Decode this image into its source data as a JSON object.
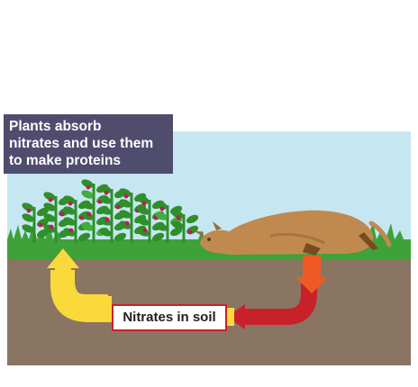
{
  "callout": {
    "lines": [
      "Plants absorb",
      "nitrates and use them",
      "to make proteins"
    ]
  },
  "soil_label": "Nitrates in soil",
  "colors": {
    "sky": "#c6e6f2",
    "grass": "#3ea13a",
    "soil": "#8a7562",
    "callout_bg": "#4f4c6e",
    "arrow_yellow": "#fbd93a",
    "arrow_red": "#c8212a",
    "arrow_orange": "#ef5a24",
    "animal": "#c08a4f",
    "plant_leaf": "#2f8f2a",
    "flower": "#c2185b"
  },
  "icons": [
    "plant-icon",
    "dead-animal-icon",
    "cycle-arrow-icon"
  ]
}
